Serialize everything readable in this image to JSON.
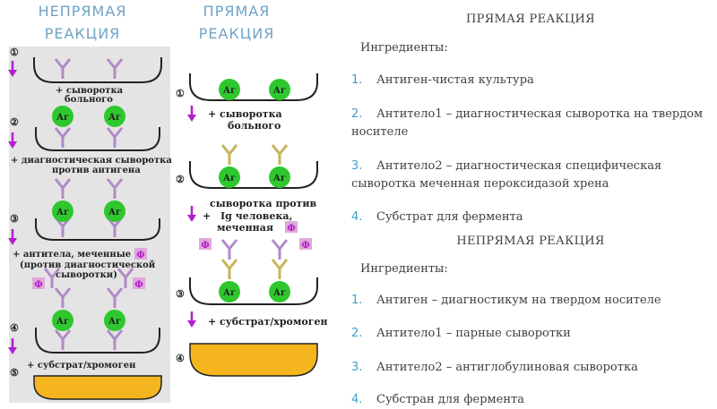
{
  "left_panel": {
    "header_indirect": "НЕПРЯМАЯ РЕАКЦИЯ",
    "header_direct": "ПРЯМАЯ РЕАКЦИЯ",
    "antigen_label": "Аг",
    "enzyme_label": "Ф",
    "indirect": {
      "step1": "①",
      "step2": "②",
      "step3": "③",
      "step4": "④",
      "step5": "⑤",
      "plus_serum": "+ сыворотка",
      "serum_patient": "больного",
      "diag_serum": "+ диагностическая сыворотка",
      "against_antigen": "против антигена",
      "labeled_ab": "+ антитела, меченные",
      "against_diag": "(против диагностической",
      "serum_close": "сыворотки)",
      "substrate": "+ субстрат/хромоген"
    },
    "direct": {
      "step1": "①",
      "step2": "②",
      "step3": "③",
      "step4": "④",
      "plus_serum": "+ сыворотка",
      "serum_patient": "больного",
      "serum_against": "сыворотка против",
      "plus": "+",
      "ig_human": "Ig человека,",
      "labeled": "меченная",
      "substrate": "+ субстрат/хромоген"
    },
    "colors": {
      "antigen": "#2ec82e",
      "antibody": "#b28ac8",
      "igg": "#c8b45a",
      "enzyme": "#e0a8d8",
      "arrow": "#b21ed0",
      "substrate": "#f4b51e"
    }
  },
  "direct_section": {
    "title": "ПРЯМАЯ РЕАКЦИЯ",
    "ingredients_label": "Ингредиенты:",
    "items": [
      {
        "num": "1.",
        "text": "Антиген-чистая культура"
      },
      {
        "num": "2.",
        "text": "Антитело1 – диагностическая сыворотка на твердом носителе"
      },
      {
        "num": "3.",
        "text": "Антитело2 – диагностическая специфическая сыворотка меченная пероксидазой хрена"
      },
      {
        "num": "4.",
        "text": "Субстрат для фермента"
      }
    ]
  },
  "indirect_section": {
    "title": "НЕПРЯМАЯ РЕАКЦИЯ",
    "ingredients_label": "Ингредиенты:",
    "items": [
      {
        "num": "1.",
        "text": "Антиген – диагностикум на твердом носителе"
      },
      {
        "num": "2.",
        "text": "Антитело1 – парные сыворотки"
      },
      {
        "num": "3.",
        "text": "Антитело2 – антиглобулиновая сыворотка"
      },
      {
        "num": "4.",
        "text": "Субстран для фермента"
      }
    ]
  }
}
